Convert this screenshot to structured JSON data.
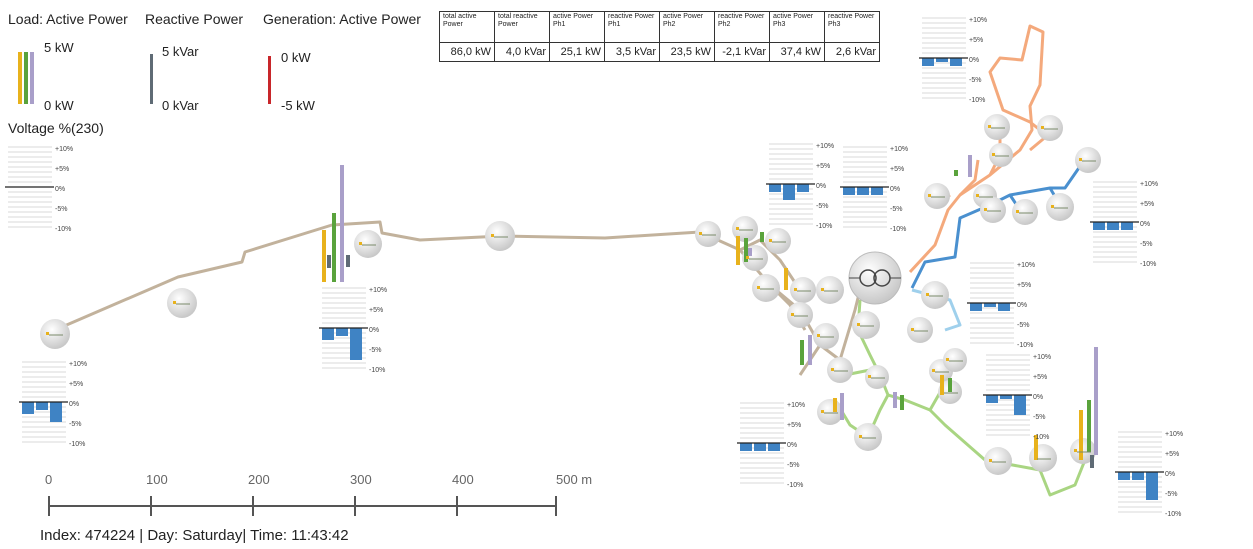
{
  "legend": {
    "load": {
      "title": "Load: Active Power",
      "max": "5 kW",
      "min": "0 kW"
    },
    "reactive": {
      "title": "Reactive Power",
      "max": "5 kVar",
      "min": "0 kVar"
    },
    "generation": {
      "title": "Generation: Active Power",
      "max": "0 kW",
      "min": "-5 kW"
    },
    "voltage": {
      "title": "Voltage %(230)",
      "ticks": [
        "+10%",
        "+5%",
        "0%",
        "-5%",
        "-10%"
      ]
    }
  },
  "totals": {
    "headers": [
      "total active Power",
      "total reactive Power",
      "active Power Ph1",
      "reactive Power Ph1",
      "active Power Ph2",
      "reactive Power Ph2",
      "active Power Ph3",
      "reactive Power Ph3"
    ],
    "values": [
      "86,0 kW",
      "4,0 kVar",
      "25,1 kW",
      "3,5 kVar",
      "23,5 kW",
      "-2,1 kVar",
      "37,4 kW",
      "2,6 kVar"
    ]
  },
  "scale": {
    "labels": [
      "0",
      "100",
      "200",
      "300",
      "400",
      "500 m"
    ]
  },
  "status": "Index: 474224 | Day: Saturday| Time: 11:43:42",
  "colors": {
    "feeder_main": "#c2b29c",
    "feeder_orange": "#f4a97c",
    "feeder_blue": "#4a90cf",
    "feeder_lightblue": "#9fd0ec",
    "feeder_green": "#a9d582",
    "load_ph1": "#e8b21c",
    "load_ph2": "#5aa33c",
    "load_ph3": "#a99fc9",
    "reactive": "#5f6b75",
    "generation": "#c8262a",
    "voltage_bar": "#3f83c4"
  },
  "icons": {
    "transformer": "transformer-icon",
    "node": "node-icon"
  }
}
